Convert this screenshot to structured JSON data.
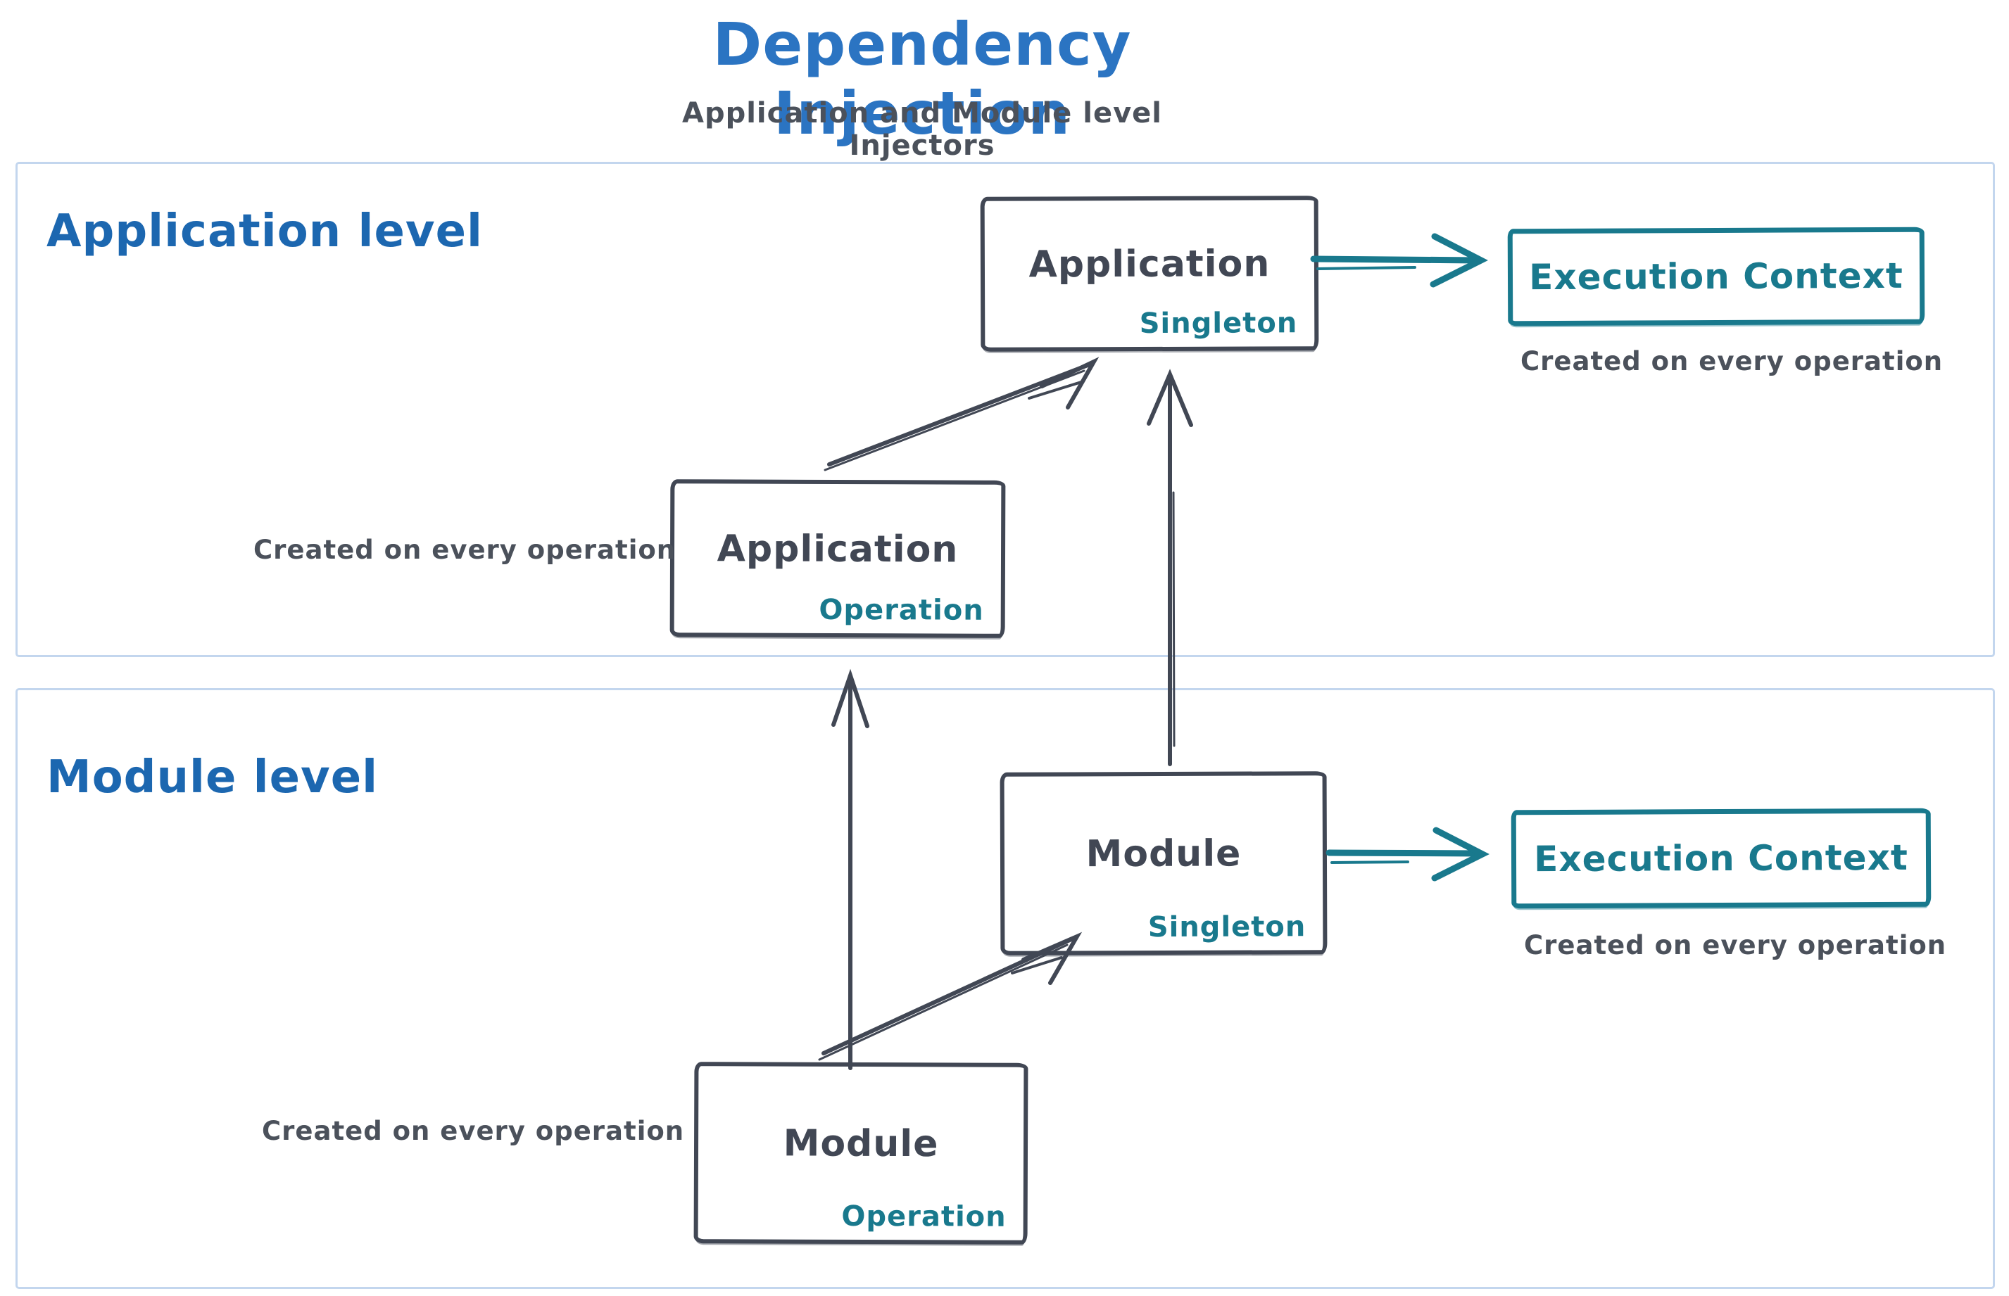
{
  "header": {
    "title": "Dependency Injection",
    "subtitle": "Application and Module level Injectors"
  },
  "app": {
    "label": "Application level",
    "singleton": {
      "title": "Application",
      "tag": "Singleton"
    },
    "exec": {
      "label": "Execution Context",
      "caption": "Created on every operation"
    },
    "operation": {
      "title": "Application",
      "tag": "Operation",
      "caption": "Created on every operation"
    }
  },
  "mod": {
    "label": "Module level",
    "singleton": {
      "title": "Module",
      "tag": "Singleton"
    },
    "exec": {
      "label": "Execution Context",
      "caption": "Created on every operation"
    },
    "operation": {
      "title": "Module",
      "tag": "Operation",
      "caption": "Created on every operation"
    }
  },
  "colors": {
    "title_blue": "#2b74c2",
    "level_label_blue": "#1c67b0",
    "teal": "#19798d",
    "box_ink": "#414754",
    "caption_ink": "#4b515b",
    "container_border": "#c3d6ee"
  }
}
